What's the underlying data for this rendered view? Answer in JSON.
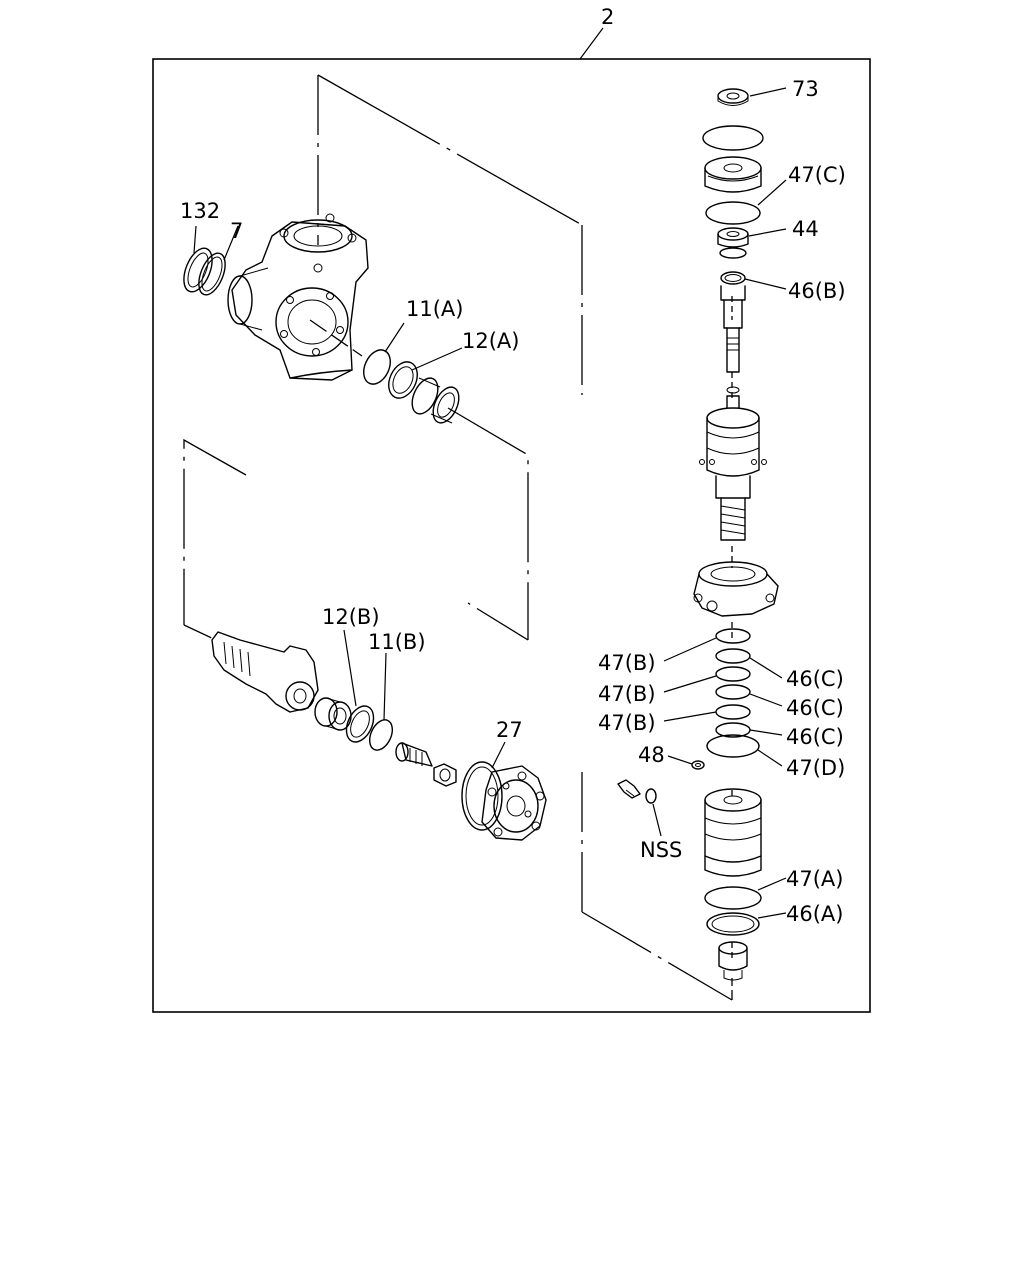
{
  "diagram": {
    "assembly_number": "2",
    "callouts": [
      {
        "id": "c-132",
        "text": "132"
      },
      {
        "id": "c-7",
        "text": "7"
      },
      {
        "id": "c-11a",
        "text": "11(A)"
      },
      {
        "id": "c-12a",
        "text": "12(A)"
      },
      {
        "id": "c-12b",
        "text": "12(B)"
      },
      {
        "id": "c-11b",
        "text": "11(B)"
      },
      {
        "id": "c-27",
        "text": "27"
      },
      {
        "id": "c-73",
        "text": "73"
      },
      {
        "id": "c-47c",
        "text": "47(C)"
      },
      {
        "id": "c-44",
        "text": "44"
      },
      {
        "id": "c-46b",
        "text": "46(B)"
      },
      {
        "id": "c-47b-1",
        "text": "47(B)"
      },
      {
        "id": "c-46c-1",
        "text": "46(C)"
      },
      {
        "id": "c-47b-2",
        "text": "47(B)"
      },
      {
        "id": "c-46c-2",
        "text": "46(C)"
      },
      {
        "id": "c-47b-3",
        "text": "47(B)"
      },
      {
        "id": "c-46c-3",
        "text": "46(C)"
      },
      {
        "id": "c-48",
        "text": "48"
      },
      {
        "id": "c-47d",
        "text": "47(D)"
      },
      {
        "id": "c-nss",
        "text": "NSS"
      },
      {
        "id": "c-47a",
        "text": "47(A)"
      },
      {
        "id": "c-46a",
        "text": "46(A)"
      }
    ]
  }
}
